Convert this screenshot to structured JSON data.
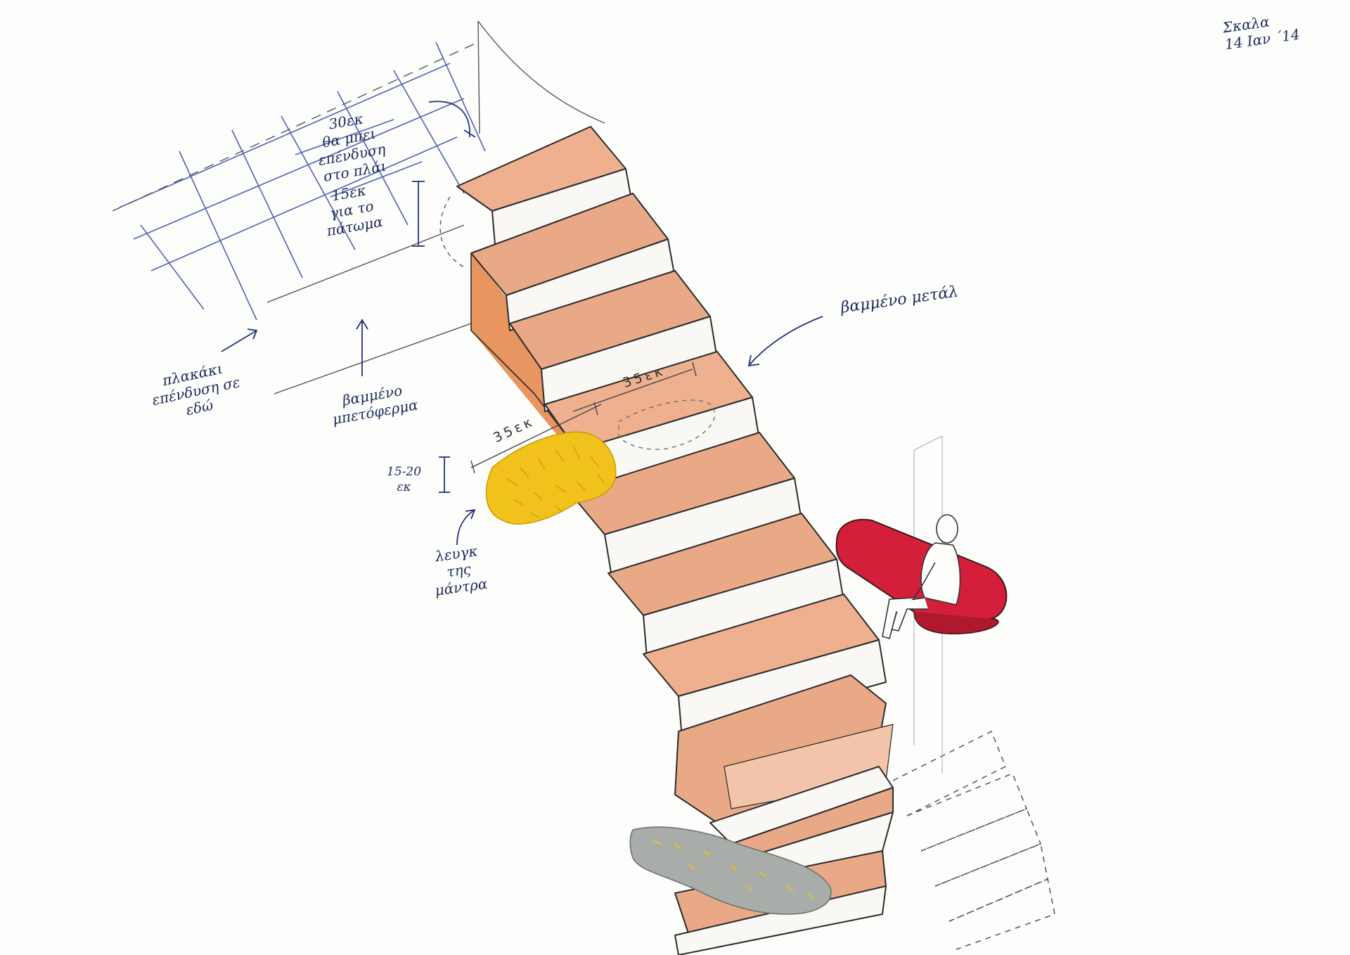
{
  "colors": {
    "tread": "#e9a987",
    "tread_light": "#f2c4aa",
    "stringer": "#e8955f",
    "riser": "#faf8f5",
    "ink": "#2b2b2b",
    "pen_blue": "#23317a",
    "grid_blue": "#3048a6",
    "sponge_yellow": "#f2c21c",
    "stone_grey": "#a8adaa",
    "seat_red": "#d41f3a"
  },
  "annotations": {
    "date_signature": "Σκαλα\n14 Ιαν ΄14",
    "top_note": "30εκ\nθα μπει\nεπένδυση\nστο πλάι",
    "floor_note": "15εκ\nγια το\nπάτωμα",
    "tiles_note": "πλακάκι\nεπένδυση σε\nεδώ",
    "floor_paint_note": "βαμμένο\nμπετόφερμα",
    "painted_metal_note": "βαμμένο μετάλ",
    "sponge_note": "λευγκ\nτης\nμάντρα",
    "height_dim": "15-20\nεκ",
    "width_dim_upper": "35εκ",
    "width_dim_lower": "35εκ"
  }
}
